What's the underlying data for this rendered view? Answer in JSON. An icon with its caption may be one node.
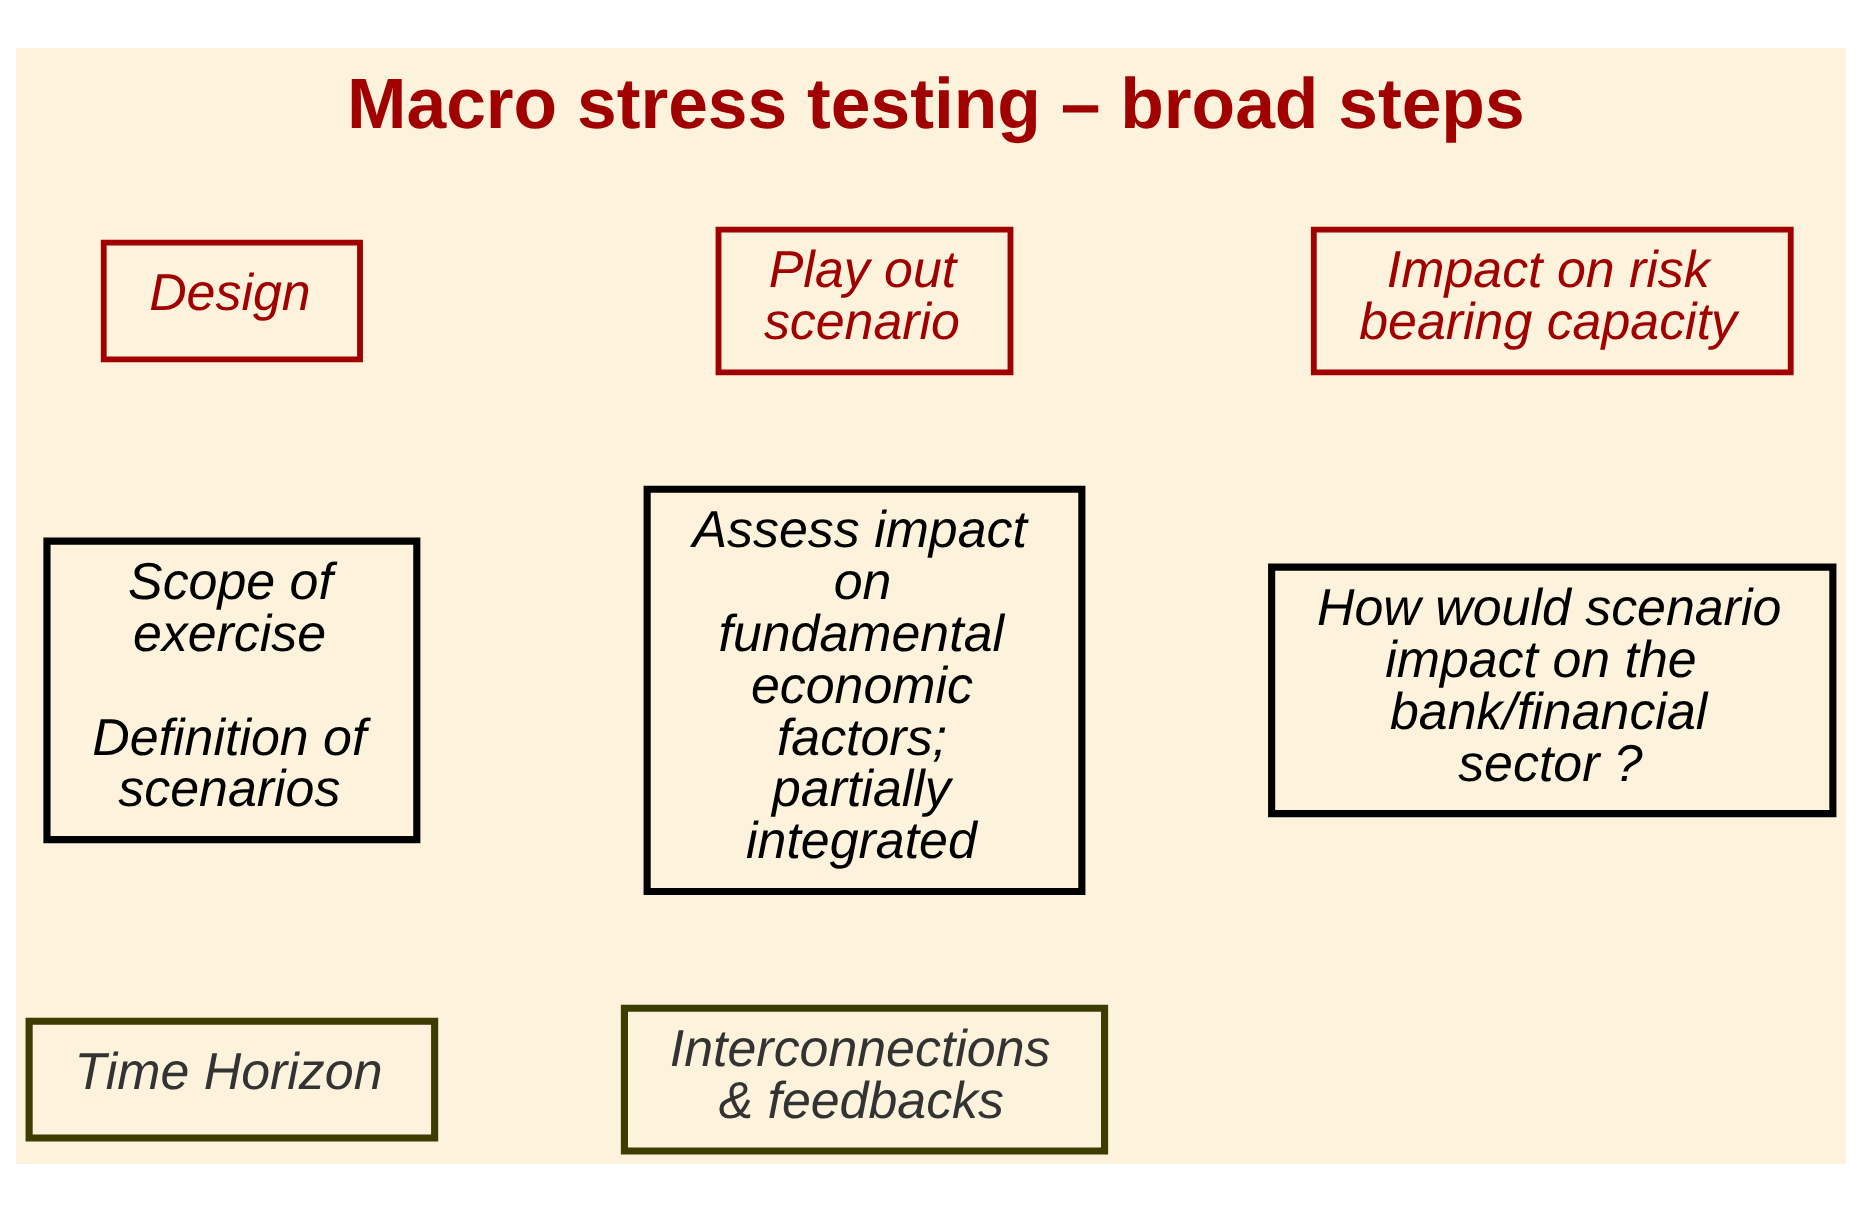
{
  "diagram": {
    "title": "Macro stress testing – broad steps",
    "nodes": [
      {
        "text": [
          "Design"
        ]
      },
      {
        "text": [
          "Play out scenario"
        ]
      },
      {
        "text": [
          "Impact on risk bearing capacity"
        ]
      },
      {
        "text": [
          "Scope of exercise",
          "Definition of scenarios"
        ]
      },
      {
        "text": [
          "Assess impact on fundamental economic factors; partially integrated"
        ]
      },
      {
        "text": [
          "How would scenario impact on the  bank/financial sector ?"
        ]
      },
      {
        "text": [
          "Time Horizon"
        ]
      },
      {
        "text": [
          "Interconnections & feedbacks"
        ]
      }
    ]
  }
}
